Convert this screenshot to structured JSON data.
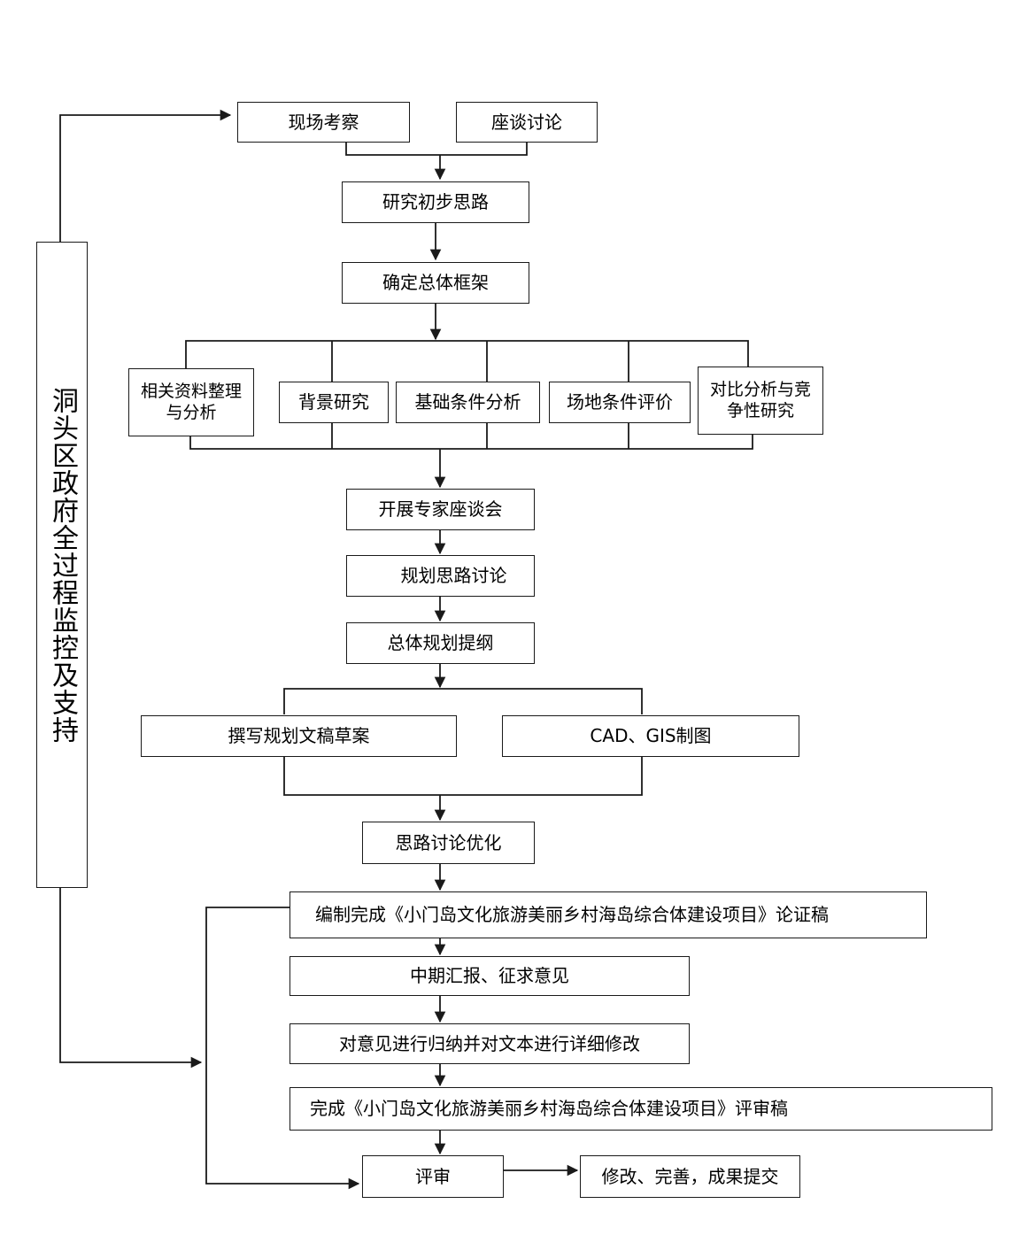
{
  "side_label": "洞头区政府全过程监控及支持",
  "boxes": {
    "site_survey": "现场考察",
    "discussion": "座谈讨论",
    "initial_ideas": "研究初步思路",
    "framework": "确定总体框架",
    "materials_analysis": "相关资料整理与分析",
    "background_research": "背景研究",
    "basic_conditions": "基础条件分析",
    "site_evaluation": "场地条件评价",
    "comparative_analysis": "对比分析与竞争性研究",
    "expert_forum": "开展专家座谈会",
    "planning_discussion": "规划思路讨论",
    "outline": "总体规划提纲",
    "drafting": "撰写规划文稿草案",
    "cad_gis": "CAD、GIS制图",
    "optimize": "思路讨论优化",
    "demonstration_draft": "编制完成《小门岛文化旅游美丽乡村海岛综合体建设项目》论证稿",
    "midterm_report": "中期汇报、征求意见",
    "revise_text": "对意见进行归纳并对文本进行详细修改",
    "review_draft": "完成《小门岛文化旅游美丽乡村海岛综合体建设项目》评审稿",
    "review": "评审",
    "finalize": "修改、完善，成果提交"
  },
  "colors": {
    "line": "#1a1a1a",
    "background": "#ffffff"
  }
}
